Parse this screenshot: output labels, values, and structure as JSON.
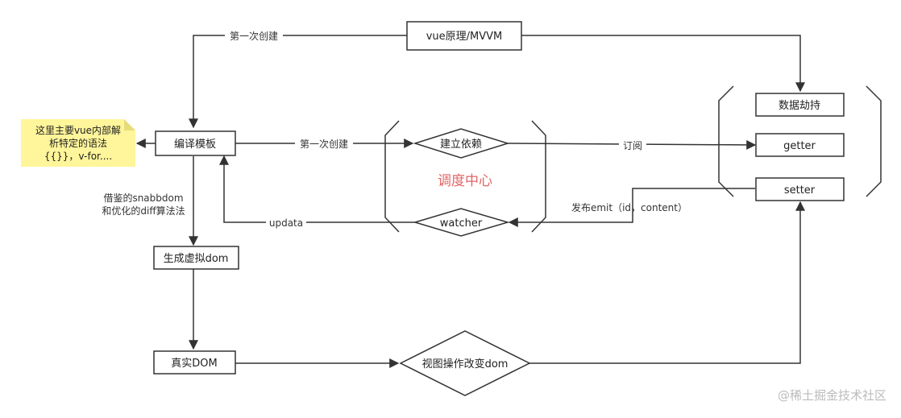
{
  "nodes": {
    "vue_mvvm": "vue原理/MVVM",
    "compile_template": "编译模板",
    "note_lines": [
      "这里主要vue内部解",
      "析特定的语法",
      "{{}}，v-for...."
    ],
    "build_dep": "建立依赖",
    "watcher": "watcher",
    "scheduler": "调度中心",
    "data_hijack": "数据劫持",
    "getter": "getter",
    "setter": "setter",
    "virtual_dom": "生成虚拟dom",
    "real_dom": "真实DOM",
    "view_op": "视图操作改变dom"
  },
  "edges": {
    "first_create_top": "第一次创建",
    "first_create_mid": "第一次创建",
    "subscribe": "订阅",
    "publish": "发布emit（id，content）",
    "updata": "updata",
    "snabbdom_lines": [
      "借鉴的snabbdom",
      "和优化的diff算法法"
    ]
  },
  "watermark": "@稀土掘金技术社区",
  "colors": {
    "stroke": "#333333",
    "note_fill": "#fff59a",
    "scheduler_text": "#e06666",
    "watermark": "#bbbbbb"
  }
}
